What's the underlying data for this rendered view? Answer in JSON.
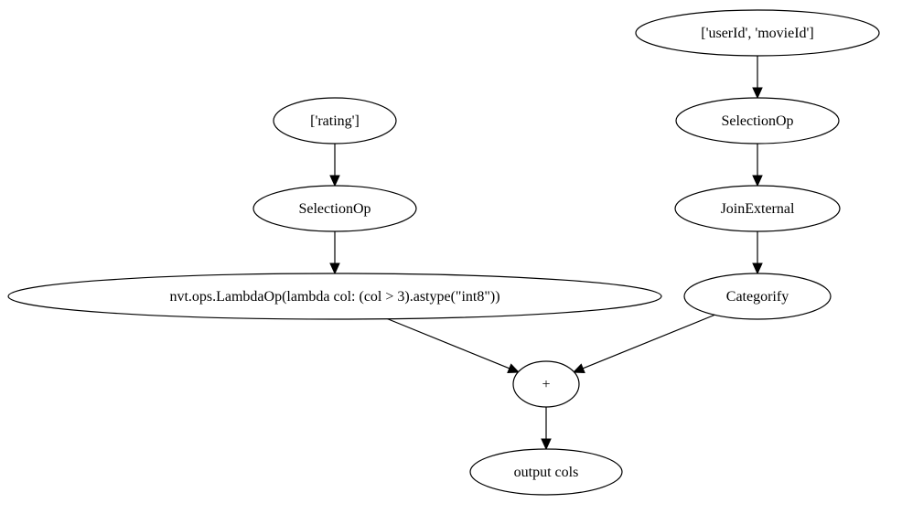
{
  "graph": {
    "nodes": [
      {
        "id": "n_userid_movieid",
        "label": "['userId', 'movieId']"
      },
      {
        "id": "n_selection_right",
        "label": "SelectionOp"
      },
      {
        "id": "n_join_external",
        "label": "JoinExternal"
      },
      {
        "id": "n_categorify",
        "label": "Categorify"
      },
      {
        "id": "n_rating",
        "label": "['rating']"
      },
      {
        "id": "n_selection_left",
        "label": "SelectionOp"
      },
      {
        "id": "n_lambda_op",
        "label": "nvt.ops.LambdaOp(lambda col: (col > 3).astype(\"int8\"))"
      },
      {
        "id": "n_plus",
        "label": "+"
      },
      {
        "id": "n_output_cols",
        "label": "output cols"
      }
    ],
    "edges": [
      {
        "from": "n_userid_movieid",
        "to": "n_selection_right"
      },
      {
        "from": "n_selection_right",
        "to": "n_join_external"
      },
      {
        "from": "n_join_external",
        "to": "n_categorify"
      },
      {
        "from": "n_rating",
        "to": "n_selection_left"
      },
      {
        "from": "n_selection_left",
        "to": "n_lambda_op"
      },
      {
        "from": "n_lambda_op",
        "to": "n_plus"
      },
      {
        "from": "n_categorify",
        "to": "n_plus"
      },
      {
        "from": "n_plus",
        "to": "n_output_cols"
      }
    ]
  }
}
